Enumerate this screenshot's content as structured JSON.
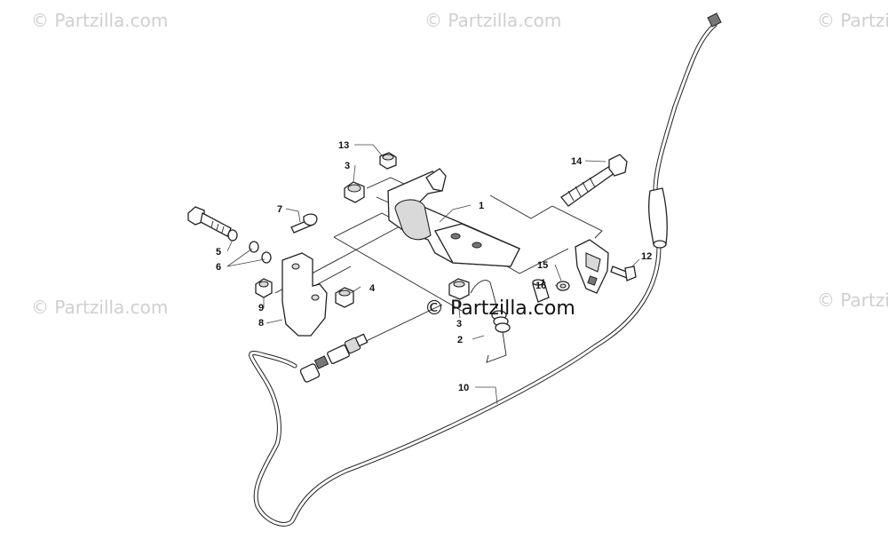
{
  "watermarks": {
    "corner": "© Partzilla.com",
    "center": "© Partzilla.com"
  },
  "callouts": {
    "c1": "1",
    "c2": "2",
    "c3a": "3",
    "c3b": "3",
    "c4": "4",
    "c5": "5",
    "c6": "6",
    "c7": "7",
    "c8": "8",
    "c9": "9",
    "c10": "10",
    "c12": "12",
    "c13": "13",
    "c14": "14",
    "c15": "15",
    "c16": "16"
  }
}
